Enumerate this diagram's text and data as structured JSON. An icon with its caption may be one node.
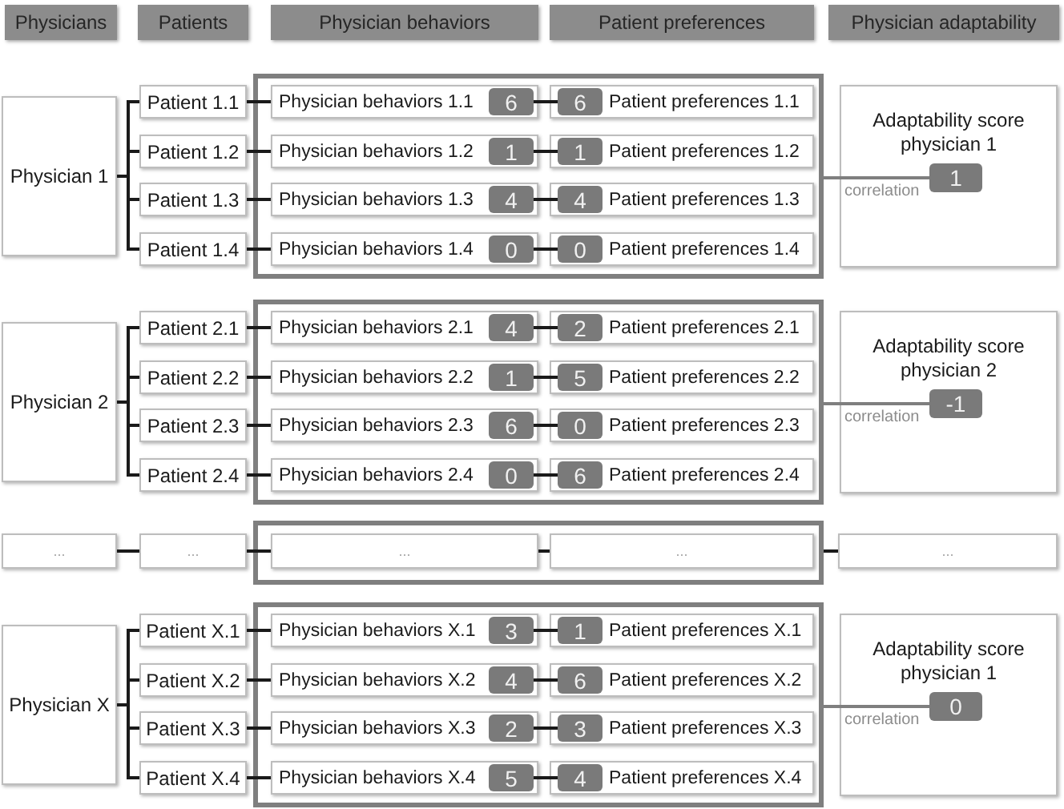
{
  "diagram": {
    "nodes": [
      {
        "text": [
          "Physicians"
        ]
      },
      {
        "text": [
          "Patients"
        ]
      },
      {
        "text": [
          "Physician behaviors"
        ]
      },
      {
        "text": [
          "Patient preferences"
        ]
      },
      {
        "text": [
          "Physician adaptability"
        ]
      },
      {
        "text": [
          "Physician 1"
        ]
      },
      {
        "text": [
          "Patient 1.1"
        ]
      },
      {
        "text": [
          "Patient 1.2"
        ]
      },
      {
        "text": [
          "Patient 1.3"
        ]
      },
      {
        "text": [
          "Patient 1.4"
        ]
      },
      {
        "text": [],
        "shape": "box"
      },
      {
        "text": [
          "Physician behaviors 1.1"
        ],
        "in": 10
      },
      {
        "text": [
          "6"
        ],
        "in": 11
      },
      {
        "text": [
          "Patient preferences 1.1"
        ],
        "in": 10
      },
      {
        "text": [
          "6"
        ],
        "in": 13
      },
      {
        "text": [
          "Physician behaviors 1.2"
        ],
        "in": 10
      },
      {
        "text": [
          "1"
        ],
        "in": 15
      },
      {
        "text": [
          "Patient preferences 1.2"
        ],
        "in": 10
      },
      {
        "text": [
          "1"
        ],
        "in": 17
      },
      {
        "text": [
          "Physician behaviors 1.3"
        ],
        "in": 10
      },
      {
        "text": [
          "4"
        ],
        "in": 19
      },
      {
        "text": [
          "Patient preferences 1.3"
        ],
        "in": 10
      },
      {
        "text": [
          "4"
        ],
        "in": 21
      },
      {
        "text": [
          "Physician behaviors 1.4"
        ],
        "in": 10
      },
      {
        "text": [
          "0"
        ],
        "in": 23
      },
      {
        "text": [
          "Patient preferences 1.4"
        ],
        "in": 10
      },
      {
        "text": [
          "0"
        ],
        "in": 25
      },
      {
        "text": [
          "Adaptability score physician 1"
        ]
      },
      {
        "text": [
          "1"
        ],
        "in": 27
      },
      {
        "text": [
          "Physician 2"
        ]
      },
      {
        "text": [
          "Patient 2.1"
        ]
      },
      {
        "text": [
          "Patient 2.2"
        ]
      },
      {
        "text": [
          "Patient 2.3"
        ]
      },
      {
        "text": [
          "Patient 2.4"
        ]
      },
      {
        "text": [],
        "shape": "box"
      },
      {
        "text": [
          "Physician behaviors 2.1"
        ],
        "in": 34
      },
      {
        "text": [
          "4"
        ],
        "in": 35
      },
      {
        "text": [
          "Patient preferences 2.1"
        ],
        "in": 34
      },
      {
        "text": [
          "2"
        ],
        "in": 37
      },
      {
        "text": [
          "Physician behaviors 2.2"
        ],
        "in": 34
      },
      {
        "text": [
          "1"
        ],
        "in": 39
      },
      {
        "text": [
          "Patient preferences 2.2"
        ],
        "in": 34
      },
      {
        "text": [
          "5"
        ],
        "in": 41
      },
      {
        "text": [
          "Physician behaviors 2.3"
        ],
        "in": 34
      },
      {
        "text": [
          "6"
        ],
        "in": 43
      },
      {
        "text": [
          "Patient preferences 2.3"
        ],
        "in": 34
      },
      {
        "text": [
          "0"
        ],
        "in": 45
      },
      {
        "text": [
          "Physician behaviors 2.4"
        ],
        "in": 34
      },
      {
        "text": [
          "0"
        ],
        "in": 47
      },
      {
        "text": [
          "Patient preferences 2.4"
        ],
        "in": 34
      },
      {
        "text": [
          "6"
        ],
        "in": 49
      },
      {
        "text": [
          "Adaptability score physician 2"
        ]
      },
      {
        "text": [
          "-1"
        ],
        "in": 51
      },
      {
        "text": [
          "..."
        ]
      },
      {
        "text": [
          "..."
        ]
      },
      {
        "text": [],
        "shape": "box"
      },
      {
        "text": [
          "..."
        ],
        "in": 55
      },
      {
        "text": [
          "..."
        ],
        "in": 55
      },
      {
        "text": [
          "..."
        ]
      },
      {
        "text": [
          "Physician X"
        ]
      },
      {
        "text": [
          "Patient X.1"
        ]
      },
      {
        "text": [
          "Patient X.2"
        ]
      },
      {
        "text": [
          "Patient X.3"
        ]
      },
      {
        "text": [
          "Patient X.4"
        ]
      },
      {
        "text": [],
        "shape": "box"
      },
      {
        "text": [
          "Physician behaviors X.1"
        ],
        "in": 64
      },
      {
        "text": [
          "3"
        ],
        "in": 65
      },
      {
        "text": [
          "Patient preferences X.1"
        ],
        "in": 64
      },
      {
        "text": [
          "1"
        ],
        "in": 67
      },
      {
        "text": [
          "Physician behaviors X.2"
        ],
        "in": 64
      },
      {
        "text": [
          "4"
        ],
        "in": 69
      },
      {
        "text": [
          "Patient preferences X.2"
        ],
        "in": 64
      },
      {
        "text": [
          "6"
        ],
        "in": 71
      },
      {
        "text": [
          "Physician behaviors X.3"
        ],
        "in": 64
      },
      {
        "text": [
          "2"
        ],
        "in": 73
      },
      {
        "text": [
          "Patient preferences X.3"
        ],
        "in": 64
      },
      {
        "text": [
          "3"
        ],
        "in": 75
      },
      {
        "text": [
          "Physician behaviors X.4"
        ],
        "in": 64
      },
      {
        "text": [
          "5"
        ],
        "in": 77
      },
      {
        "text": [
          "Patient preferences X.4"
        ],
        "in": 64
      },
      {
        "text": [
          "4"
        ],
        "in": 79
      },
      {
        "text": [
          "Adaptability score physician 1"
        ]
      },
      {
        "text": [
          "0"
        ],
        "in": 81
      }
    ],
    "edges": [
      {
        "from": 5,
        "to": 6,
        "arrow": "none"
      },
      {
        "from": 5,
        "to": 7,
        "arrow": "none"
      },
      {
        "from": 5,
        "to": 8,
        "arrow": "none"
      },
      {
        "from": 5,
        "to": 9,
        "arrow": "none"
      },
      {
        "from": 6,
        "to": 11,
        "arrow": "none"
      },
      {
        "from": 7,
        "to": 15,
        "arrow": "none"
      },
      {
        "from": 8,
        "to": 19,
        "arrow": "none"
      },
      {
        "from": 9,
        "to": 23,
        "arrow": "none"
      },
      {
        "from": 12,
        "to": 14,
        "arrow": "none"
      },
      {
        "from": 16,
        "to": 18,
        "arrow": "none"
      },
      {
        "from": 20,
        "to": 22,
        "arrow": "none"
      },
      {
        "from": 24,
        "to": 26,
        "arrow": "none"
      },
      {
        "from": 10,
        "to": 28,
        "arrow": "none",
        "label": "correlation",
        "color": "#7f7f7f"
      },
      {
        "from": 29,
        "to": 30,
        "arrow": "none"
      },
      {
        "from": 29,
        "to": 31,
        "arrow": "none"
      },
      {
        "from": 29,
        "to": 32,
        "arrow": "none"
      },
      {
        "from": 29,
        "to": 33,
        "arrow": "none"
      },
      {
        "from": 30,
        "to": 35,
        "arrow": "none"
      },
      {
        "from": 31,
        "to": 39,
        "arrow": "none"
      },
      {
        "from": 32,
        "to": 43,
        "arrow": "none"
      },
      {
        "from": 33,
        "to": 47,
        "arrow": "none"
      },
      {
        "from": 36,
        "to": 38,
        "arrow": "none"
      },
      {
        "from": 40,
        "to": 42,
        "arrow": "none"
      },
      {
        "from": 44,
        "to": 46,
        "arrow": "none"
      },
      {
        "from": 48,
        "to": 50,
        "arrow": "none"
      },
      {
        "from": 34,
        "to": 52,
        "arrow": "none",
        "label": "correlation",
        "color": "#7f7f7f"
      },
      {
        "from": 53,
        "to": 54,
        "arrow": "none"
      },
      {
        "from": 54,
        "to": 56,
        "arrow": "none"
      },
      {
        "from": 56,
        "to": 57,
        "arrow": "none"
      },
      {
        "from": 55,
        "to": 58,
        "arrow": "none"
      },
      {
        "from": 59,
        "to": 60,
        "arrow": "none"
      },
      {
        "from": 59,
        "to": 61,
        "arrow": "none"
      },
      {
        "from": 59,
        "to": 62,
        "arrow": "none"
      },
      {
        "from": 59,
        "to": 63,
        "arrow": "none"
      },
      {
        "from": 60,
        "to": 65,
        "arrow": "none"
      },
      {
        "from": 61,
        "to": 69,
        "arrow": "none"
      },
      {
        "from": 62,
        "to": 73,
        "arrow": "none"
      },
      {
        "from": 63,
        "to": 77,
        "arrow": "none"
      },
      {
        "from": 66,
        "to": 68,
        "arrow": "none"
      },
      {
        "from": 70,
        "to": 72,
        "arrow": "none"
      },
      {
        "from": 74,
        "to": 76,
        "arrow": "none"
      },
      {
        "from": 78,
        "to": 80,
        "arrow": "none"
      },
      {
        "from": 64,
        "to": 82,
        "arrow": "none",
        "label": "correlation",
        "color": "#7f7f7f"
      }
    ]
  }
}
